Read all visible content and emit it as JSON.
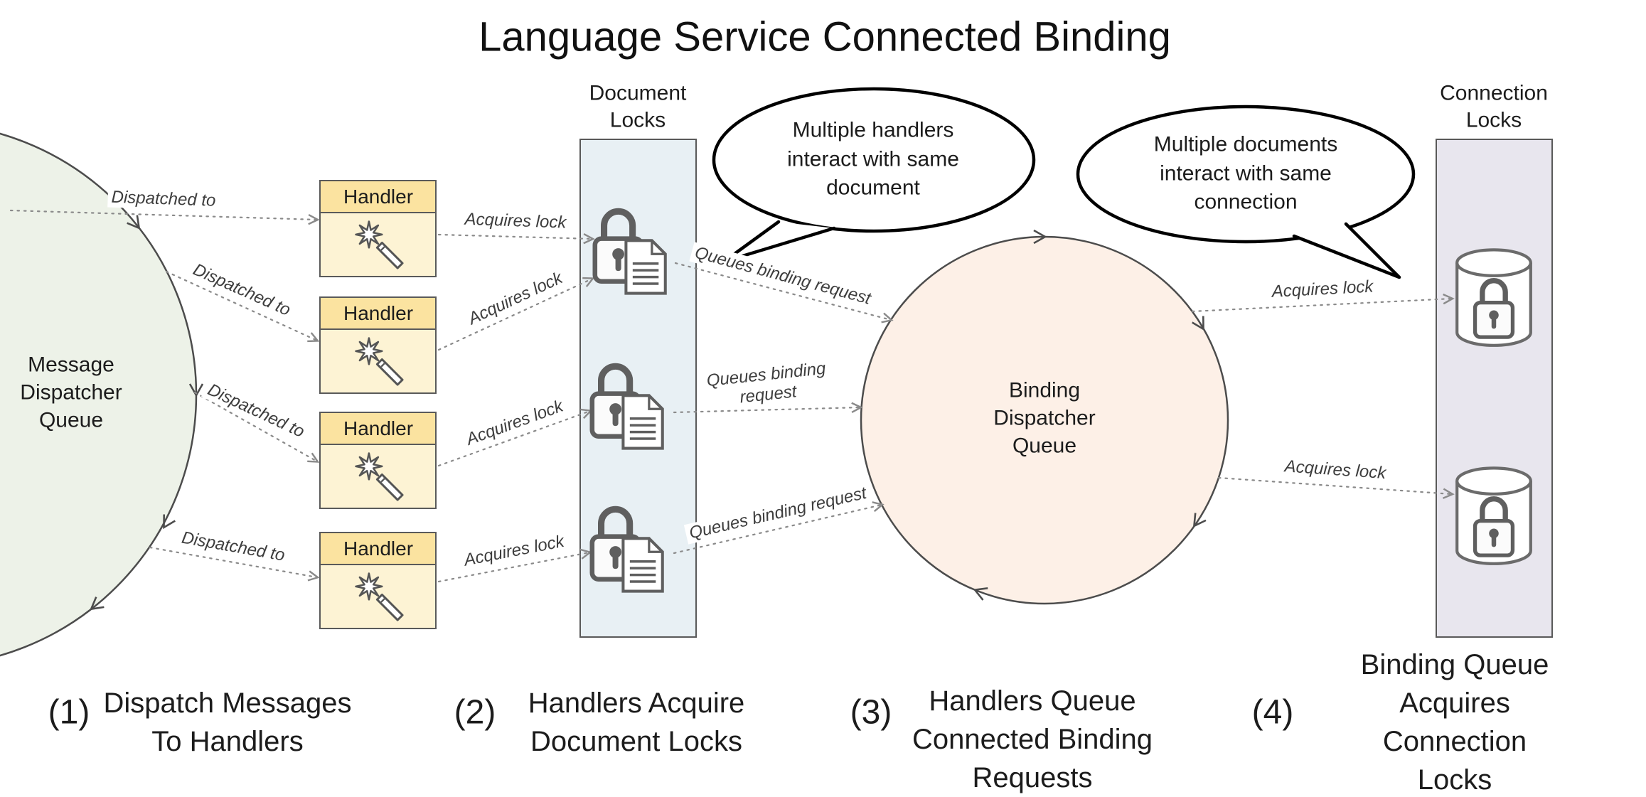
{
  "title": "Language Service Connected Binding",
  "message_queue": {
    "label": "Message\nDispatcher\nQueue"
  },
  "binding_queue": {
    "label": "Binding\nDispatcher\nQueue"
  },
  "document_locks": {
    "header": "Document\nLocks"
  },
  "connection_locks": {
    "header": "Connection\nLocks"
  },
  "handlers": [
    {
      "label": "Handler"
    },
    {
      "label": "Handler"
    },
    {
      "label": "Handler"
    },
    {
      "label": "Handler"
    }
  ],
  "edge_labels": {
    "dispatched": [
      "Dispatched to",
      "Dispatched to",
      "Dispatched to",
      "Dispatched to"
    ],
    "acquires_document": [
      "Acquires lock",
      "Acquires lock",
      "Acquires lock",
      "Acquires lock"
    ],
    "queues": [
      "Queues binding request",
      "Queues binding\nrequest",
      "Queues binding request"
    ],
    "acquires_connection": [
      "Acquires lock",
      "Acquires lock"
    ]
  },
  "callouts": {
    "handlers_document": "Multiple handlers\ninteract with same\ndocument",
    "documents_connection": "Multiple documents\ninteract with same\nconnection"
  },
  "captions": [
    {
      "number": "(1)",
      "text": "Dispatch Messages\nTo Handlers"
    },
    {
      "number": "(2)",
      "text": "Handlers Acquire\nDocument Locks"
    },
    {
      "number": "(3)",
      "text": "Handlers Queue\nConnected Binding\nRequests"
    },
    {
      "number": "(4)",
      "text": "Binding Queue Acquires\nConnection Locks"
    }
  ],
  "colors": {
    "handler_header": "#fbe3a0",
    "handler_body": "#fdf3d4",
    "document_locks_fill": "#e8f0f4",
    "connection_locks_fill": "#e8e6ee",
    "message_queue_fill": "#edf2e8",
    "binding_queue_fill": "#fdf0e7",
    "connector": "#8a8a8a",
    "outline": "#4c4c4c"
  }
}
